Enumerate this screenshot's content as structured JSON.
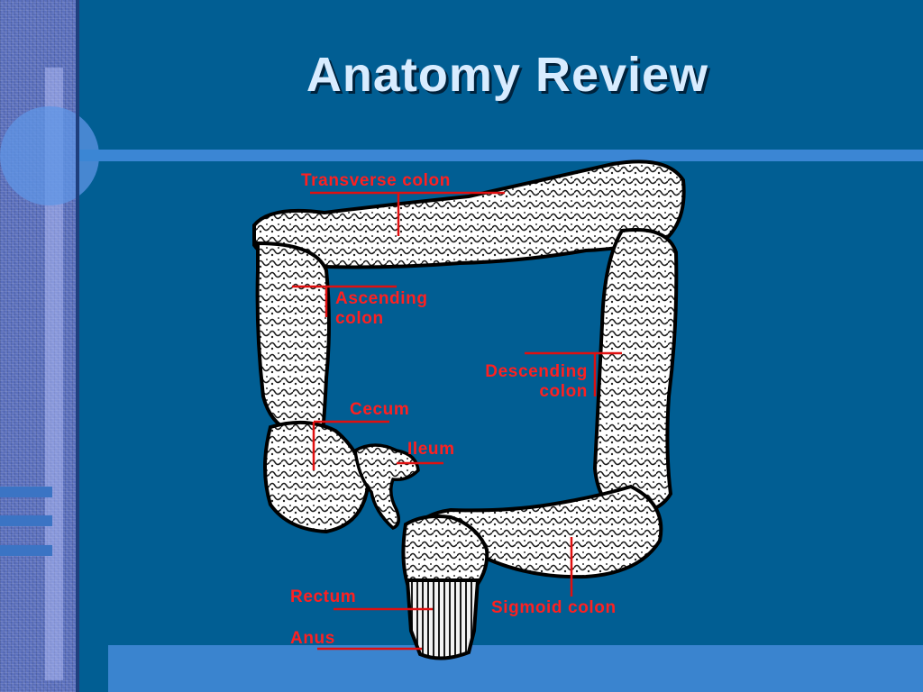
{
  "slide": {
    "title": "Anatomy Review"
  },
  "diagram": {
    "subject": "large intestine (colon)",
    "labels": {
      "transverse_colon": "Transverse colon",
      "ascending_line1": "Ascending",
      "ascending_line2": "colon",
      "descending_line1": "Descending",
      "descending_line2": "colon",
      "cecum": "Cecum",
      "ileum": "Ileum",
      "rectum": "Rectum",
      "anus": "Anus",
      "sigmoid_colon": "Sigmoid colon"
    }
  },
  "colors": {
    "background": "#015e93",
    "title_text": "#d8ecff",
    "label_red": "#ff2020",
    "accent_bar": "#3b86d4"
  }
}
